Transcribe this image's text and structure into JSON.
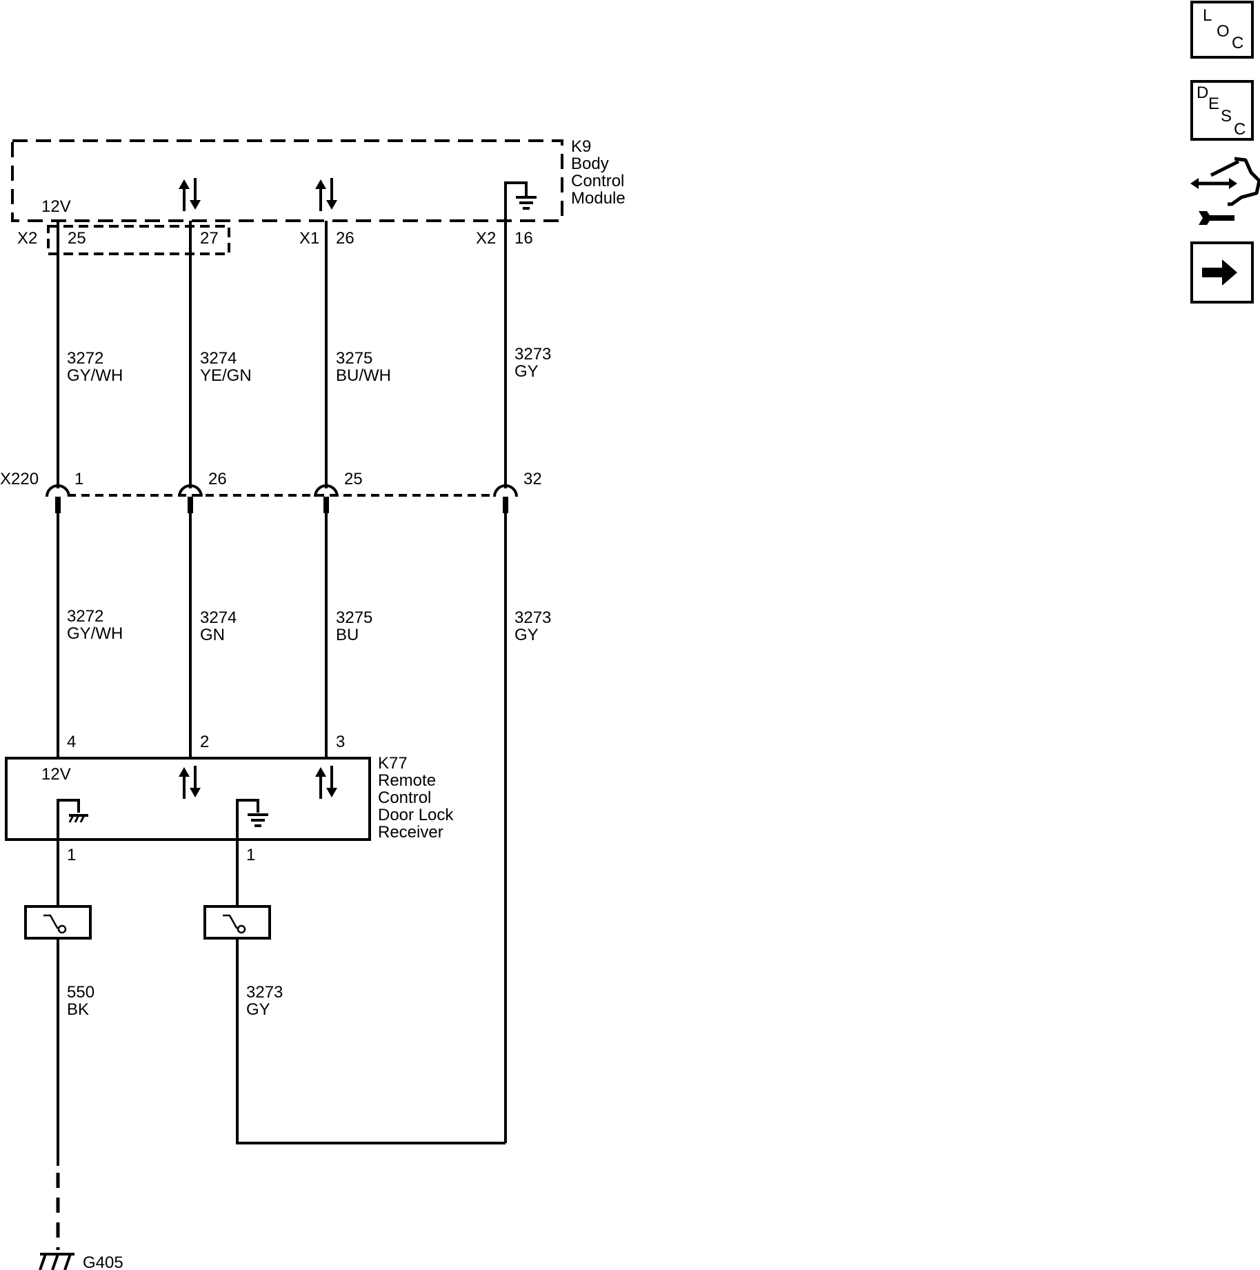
{
  "modules": {
    "k9": {
      "lines": [
        "K9",
        "Body",
        "Control",
        "Module"
      ],
      "supply": "12V",
      "connectors": {
        "a": {
          "connector": "X2",
          "pin": "25"
        },
        "b": {
          "connector": "",
          "pin": "27"
        },
        "c": {
          "connector": "X1",
          "pin": "26"
        },
        "d": {
          "connector": "X2",
          "pin": "16"
        }
      }
    },
    "k77": {
      "lines": [
        "K77",
        "Remote",
        "Control",
        "Door Lock",
        "Receiver"
      ],
      "supply": "12V",
      "pins_top": {
        "a": "4",
        "b": "2",
        "c": "3"
      },
      "pins_bottom": {
        "ground": "1",
        "signal_ground": "1"
      }
    }
  },
  "wires_upper": {
    "a": {
      "circuit": "3272",
      "color": "GY/WH"
    },
    "b": {
      "circuit": "3274",
      "color": "YE/GN"
    },
    "c": {
      "circuit": "3275",
      "color": "BU/WH"
    },
    "d": {
      "circuit": "3273",
      "color": "GY"
    }
  },
  "inline_connector": {
    "name": "X220",
    "pins": {
      "a": "1",
      "b": "26",
      "c": "25",
      "d": "32"
    }
  },
  "wires_lower": {
    "a": {
      "circuit": "3272",
      "color": "GY/WH"
    },
    "b": {
      "circuit": "3274",
      "color": "GN"
    },
    "c": {
      "circuit": "3275",
      "color": "BU"
    },
    "d": {
      "circuit": "3273",
      "color": "GY"
    }
  },
  "wires_bottom": {
    "ground": {
      "circuit": "550",
      "color": "BK"
    },
    "signal": {
      "circuit": "3273",
      "color": "GY"
    }
  },
  "ground_point": "G405",
  "side_buttons": {
    "loc": [
      "L",
      "O",
      "C"
    ],
    "desc": [
      "D",
      "E",
      "S",
      "C"
    ],
    "connector_icon": "connector-tool-icon",
    "next_icon": "arrow-right-icon"
  }
}
